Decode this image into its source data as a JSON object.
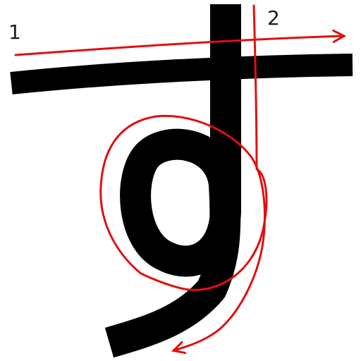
{
  "character": "す",
  "stroke_order": [
    {
      "number": "1"
    },
    {
      "number": "2"
    }
  ],
  "colors": {
    "glyph": "#000000",
    "guide": "#e01010",
    "label": "#1a1a1a"
  }
}
